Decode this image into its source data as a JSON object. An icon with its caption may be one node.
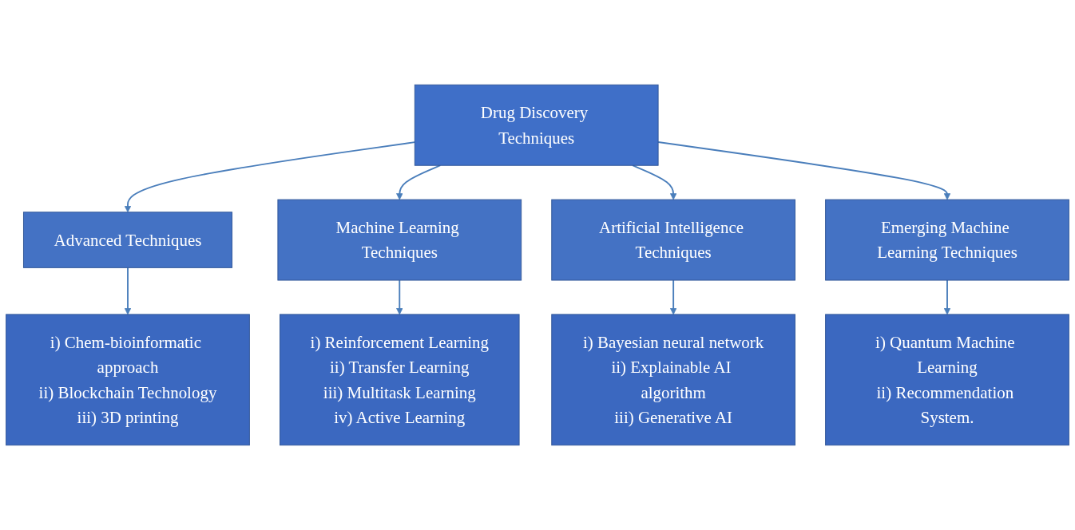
{
  "diagram": {
    "nodes": [
      {
        "text": [
          "Drug Discovery Techniques"
        ]
      },
      {
        "text": [
          "Advanced Techniques"
        ]
      },
      {
        "text": [
          "Machine Learning Techniques"
        ]
      },
      {
        "text": [
          "Artificial Intelligence Techniques"
        ]
      },
      {
        "text": [
          "Emerging Machine Learning Techniques"
        ]
      },
      {
        "text": [
          "i) Chem-bioinformatic approach",
          "ii) Blockchain Technology",
          "iii) 3D printing"
        ]
      },
      {
        "text": [
          "i) Reinforcement Learning",
          "ii) Transfer Learning",
          "iii) Multitask Learning",
          "iv) Active Learning"
        ]
      },
      {
        "text": [
          "i) Bayesian neural network",
          "ii) Explainable AI algorithm",
          "iii) Generative AI"
        ]
      },
      {
        "text": [
          "i) Quantum Machine Learning",
          "ii) Recommendation System."
        ]
      }
    ],
    "edges": [
      {
        "from": 0,
        "to": 1,
        "arrow": "to"
      },
      {
        "from": 0,
        "to": 2,
        "arrow": "to"
      },
      {
        "from": 0,
        "to": 3,
        "arrow": "to"
      },
      {
        "from": 0,
        "to": 4,
        "arrow": "to"
      },
      {
        "from": 1,
        "to": 5,
        "arrow": "to"
      },
      {
        "from": 2,
        "to": 6,
        "arrow": "to"
      },
      {
        "from": 3,
        "to": 7,
        "arrow": "to"
      },
      {
        "from": 4,
        "to": 8,
        "arrow": "to"
      }
    ]
  }
}
